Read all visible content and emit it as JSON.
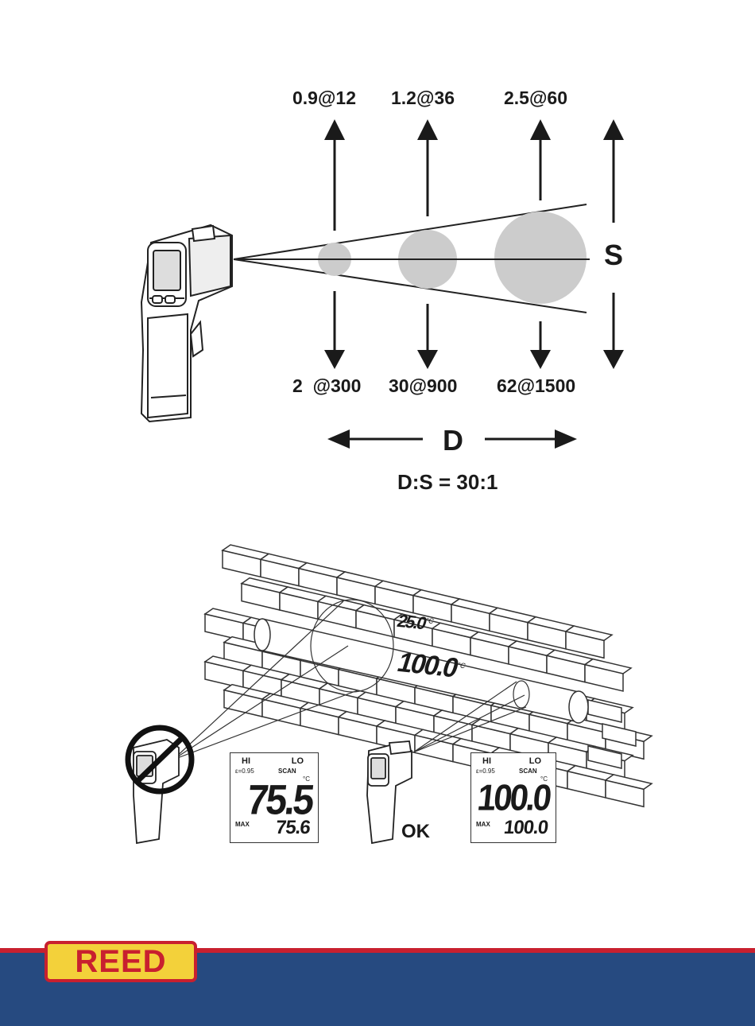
{
  "ds_diagram": {
    "top_labels": [
      "0.9@12",
      "1.2@36",
      "2.5@60"
    ],
    "bottom_labels": [
      "2  @300",
      "30@900",
      "62@1500"
    ],
    "spot_label": "S",
    "distance_label": "D",
    "ratio": "D:S = 30:1"
  },
  "wall_example": {
    "wall_readout_low": "25.0",
    "wall_readout_high": "100.0",
    "wall_unit": "°C",
    "ok_label": "OK",
    "lcd_bad": {
      "hi": "HI",
      "lo": "LO",
      "emissivity": "ε=0.95",
      "mode": "SCAN",
      "unit": "°C",
      "reading": "75.5",
      "max_label": "MAX",
      "max_value": "75.6"
    },
    "lcd_good": {
      "hi": "HI",
      "lo": "LO",
      "emissivity": "ε=0.95",
      "mode": "SCAN",
      "unit": "°C",
      "reading": "100.0",
      "max_label": "MAX",
      "max_value": "100.0"
    }
  },
  "footer": {
    "logo_text": "REED",
    "colors": {
      "band": "#264a80",
      "accent": "#c8202f",
      "logo": "#f3d13a"
    }
  }
}
